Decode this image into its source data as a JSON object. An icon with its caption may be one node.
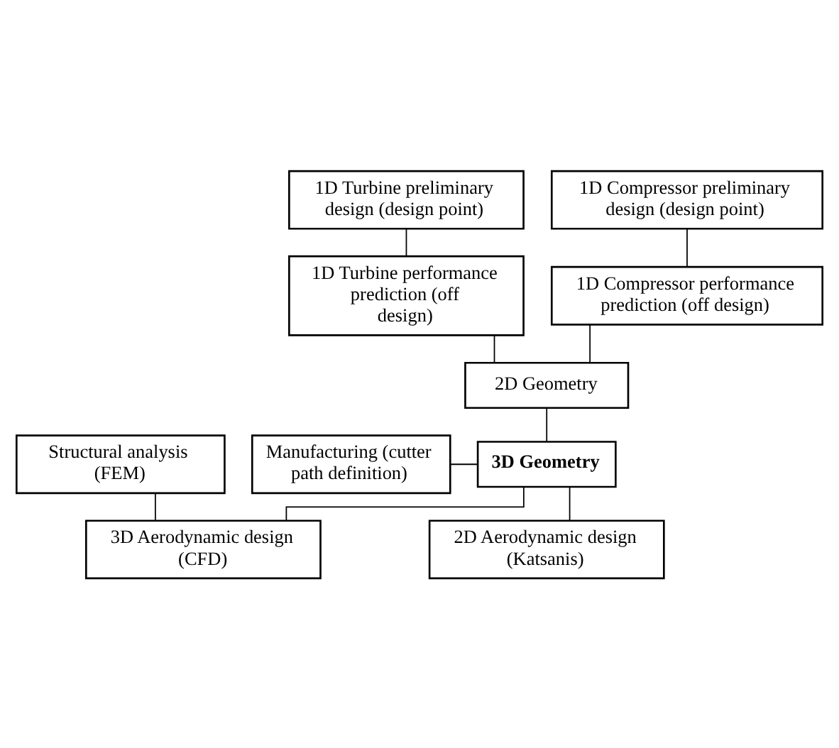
{
  "diagram": {
    "nodes": [
      {
        "text": [
          "1D Turbine preliminary design (design point)"
        ]
      },
      {
        "text": [
          "1D Compressor preliminary design (design point)"
        ]
      },
      {
        "text": [
          "1D Turbine performance prediction (off design)"
        ]
      },
      {
        "text": [
          "1D Compressor performance prediction (off design)"
        ]
      },
      {
        "text": [
          "2D Geometry"
        ]
      },
      {
        "text": [
          "Manufacturing (cutter path definition)"
        ]
      },
      {
        "text": [
          "Structural analysis (FEM)"
        ]
      },
      {
        "text": [
          "3D Geometry"
        ]
      },
      {
        "text": [
          "2D Aerodynamic design (Katsanis)"
        ]
      },
      {
        "text": [
          "3D Aerodynamic design (CFD)"
        ]
      }
    ],
    "edges": [
      {
        "from": 0,
        "to": 2,
        "arrow": "none"
      },
      {
        "from": 1,
        "to": 3,
        "arrow": "none"
      },
      {
        "from": 2,
        "to": 4,
        "arrow": "none"
      },
      {
        "from": 3,
        "to": 4,
        "arrow": "none"
      },
      {
        "from": 4,
        "to": 7,
        "arrow": "none"
      },
      {
        "from": 5,
        "to": 7,
        "arrow": "none"
      },
      {
        "from": 7,
        "to": 8,
        "arrow": "none"
      },
      {
        "from": 7,
        "to": 9,
        "arrow": "none"
      },
      {
        "from": 6,
        "to": 9,
        "arrow": "none"
      }
    ]
  }
}
